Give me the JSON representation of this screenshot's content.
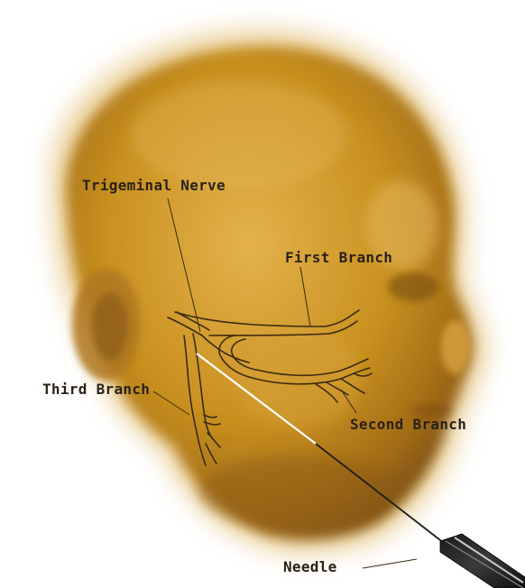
{
  "labels": {
    "trigeminal_nerve": "Trigeminal Nerve",
    "first_branch": "First Branch",
    "second_branch": "Second Branch",
    "third_branch": "Third Branch",
    "needle": "Needle"
  },
  "colors": {
    "skin": "#c9901f",
    "skin_light": "#e0b04e",
    "skin_shadow": "#8a5a14",
    "nerve": "#3a2a12",
    "needle_highlight": "#ffffff",
    "text": "#2a2218"
  }
}
